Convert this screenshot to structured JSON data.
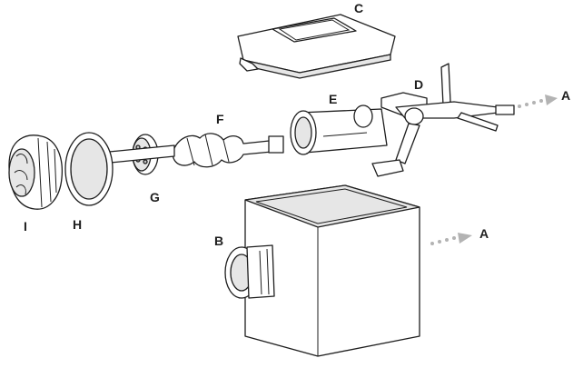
{
  "parts": {
    "a_top": "A",
    "a_bottom": "A",
    "b": "B",
    "c": "C",
    "d": "D",
    "e": "E",
    "f": "F",
    "g": "G",
    "h": "H",
    "i": "I"
  },
  "colors": {
    "line": "#1e1e1e",
    "arrow": "#b3b3b3",
    "background": "#ffffff"
  }
}
